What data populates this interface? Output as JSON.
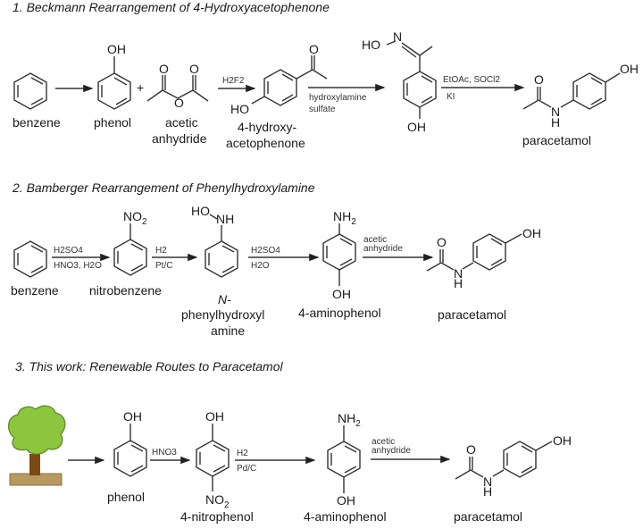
{
  "sections": [
    {
      "title": "1. Beckmann Rearrangement of 4-Hydroxyacetophenone",
      "compounds": [
        "benzene",
        "phenol",
        "acetic",
        "anhydride",
        "4-hydroxy-",
        "acetophenone",
        "paracetamol"
      ],
      "reagents": [
        "H2F2",
        "hydroxylamine",
        "sulfate",
        "EtOAc, SOCl2",
        "KI"
      ],
      "plus": "+"
    },
    {
      "title": "2. Bamberger Rearrangement of Phenylhydroxylamine",
      "compounds": [
        "benzene",
        "nitrobenzene",
        "N-",
        "phenylhydroxyl",
        "amine",
        "4-aminophenol",
        "paracetamol"
      ],
      "reagents": [
        "H2SO4",
        "HNO3, H2O",
        "H2",
        "Pt/C",
        "H2SO4",
        "H2O",
        "acetic",
        "anhydride"
      ]
    },
    {
      "title": "3. This work: Renewable Routes to Paracetamol",
      "compounds": [
        "phenol",
        "4-nitrophenol",
        "4-aminophenol",
        "paracetamol"
      ],
      "reagents": [
        "HNO3",
        "H2",
        "Pd/C",
        "acetic",
        "anhydride"
      ],
      "source_icon": "tree-icon"
    }
  ],
  "atoms": {
    "OH": "OH",
    "HO": "HO",
    "O": "O",
    "N": "N",
    "H": "H",
    "NH": "NH",
    "NH2": "NH",
    "NO2": "NO",
    "sub2": "2"
  },
  "colors": {
    "tree_canopy": "#8cc63f",
    "tree_canopy_edge": "#5e8a2a",
    "tree_trunk": "#7a4a12",
    "tree_ground": "#b89a5e"
  }
}
